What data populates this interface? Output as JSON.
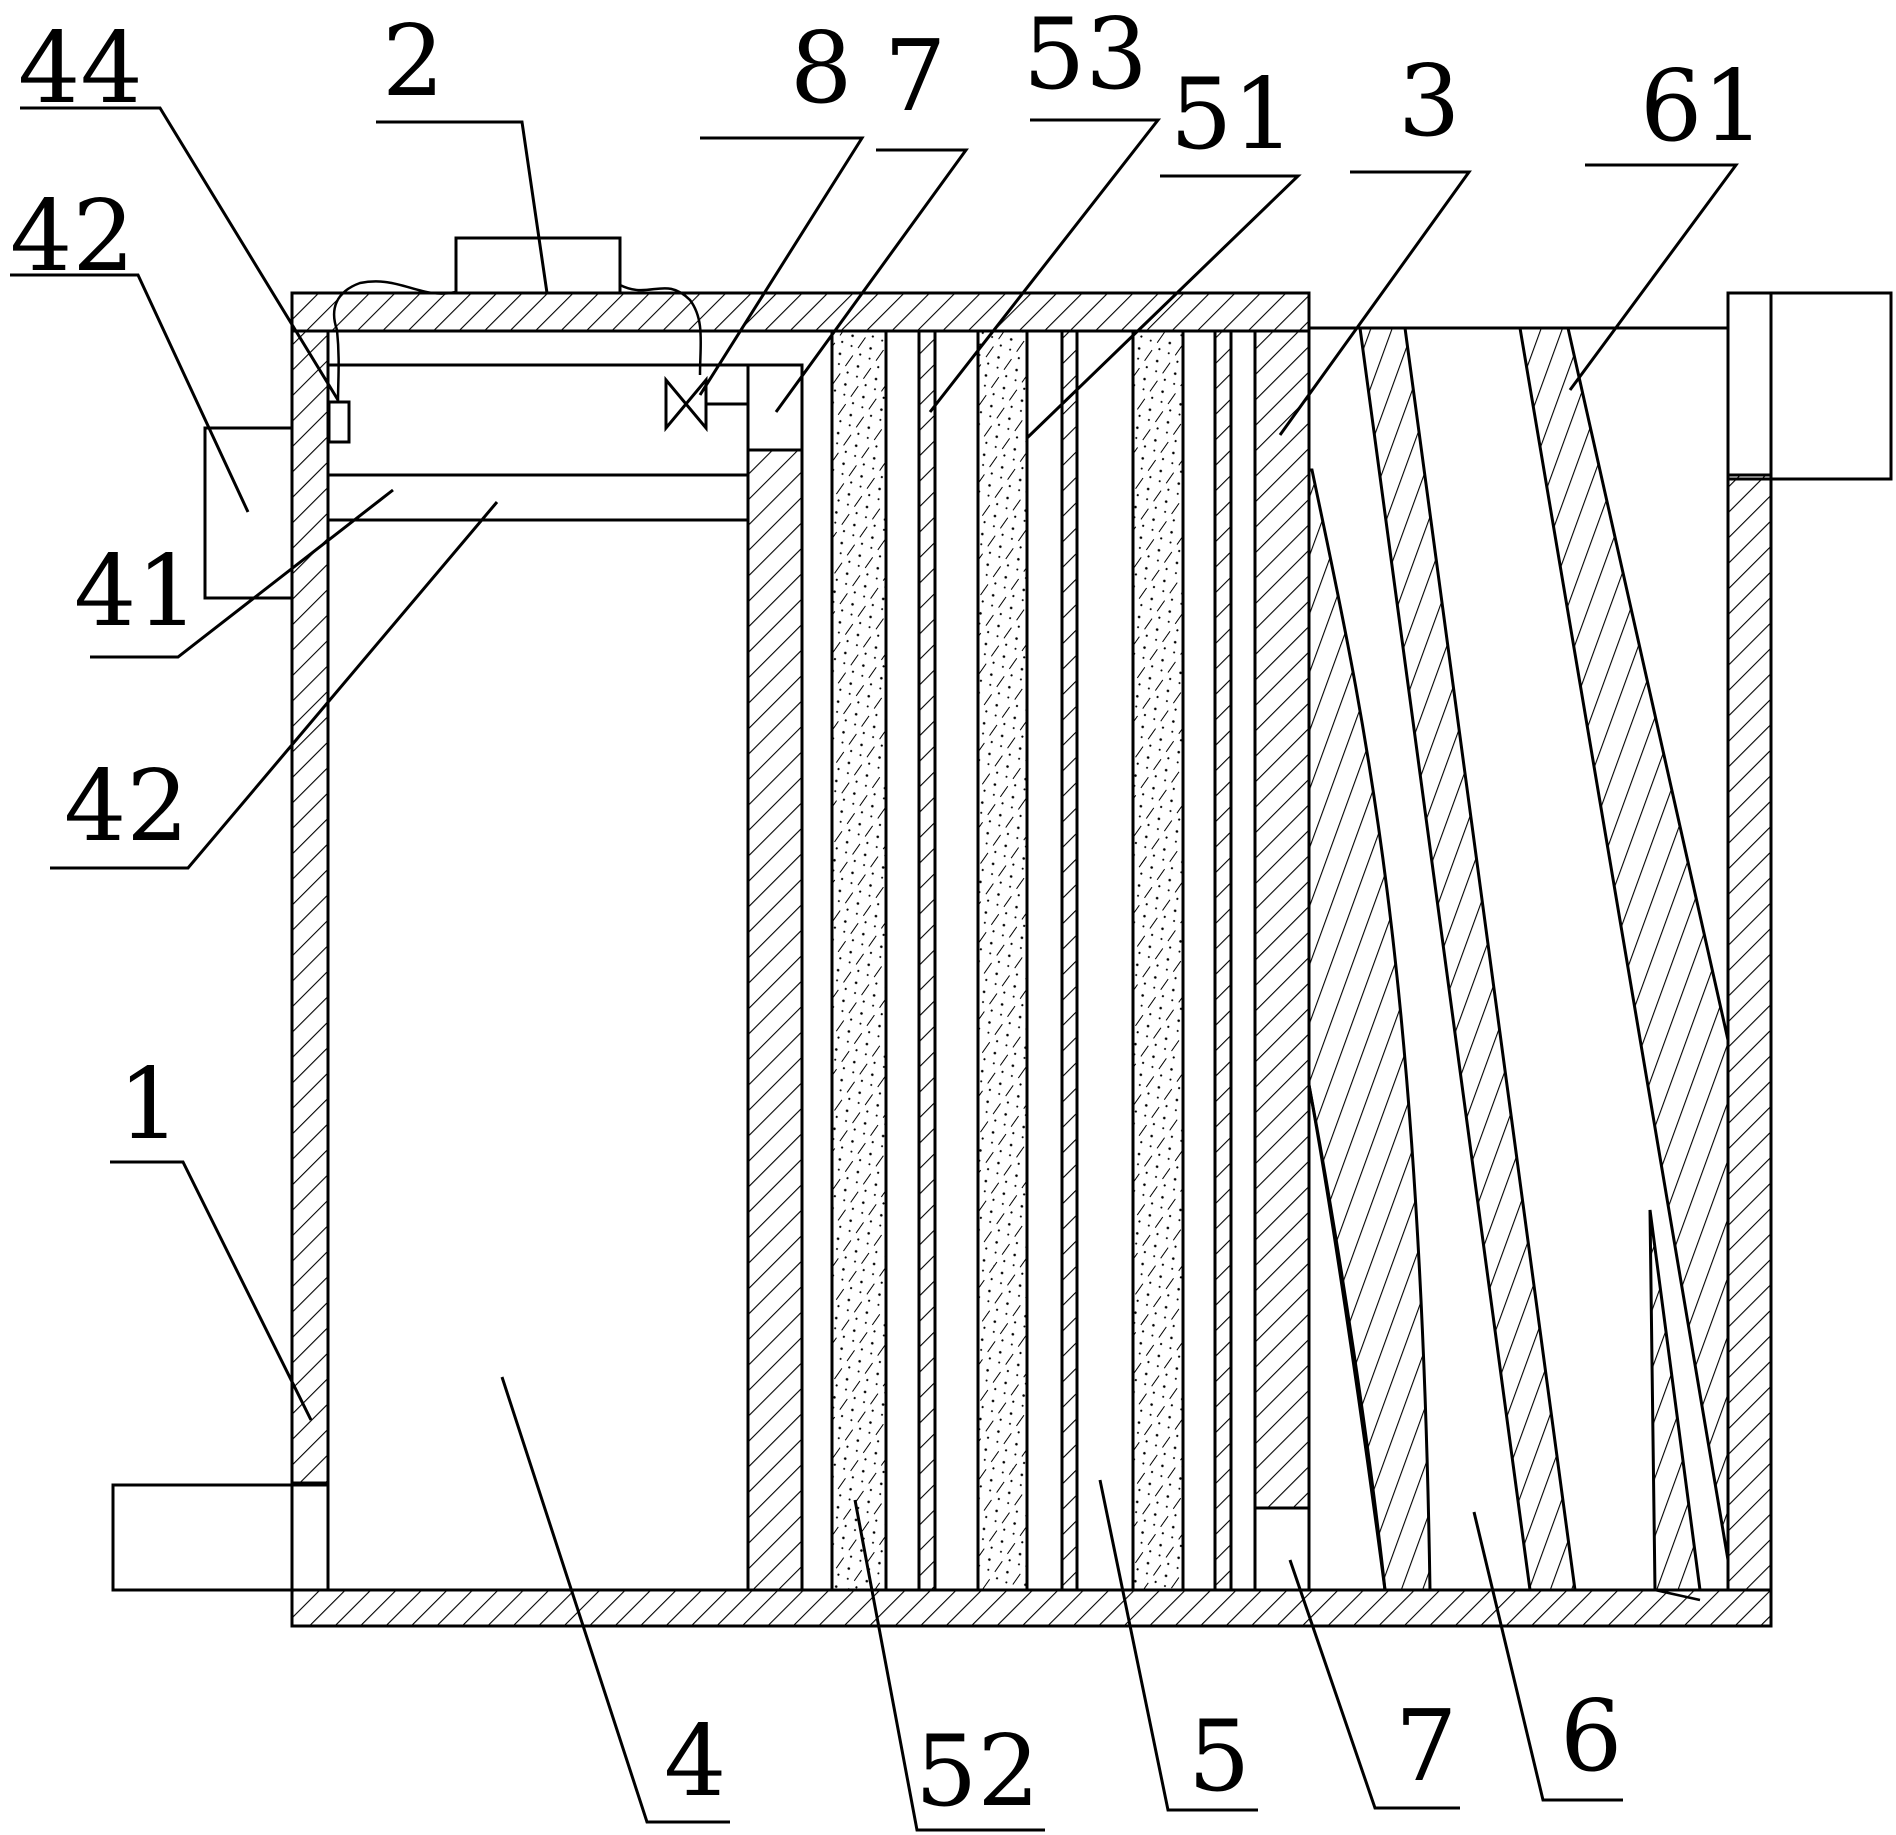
{
  "figure": {
    "labels": {
      "l44": "44",
      "l2": "2",
      "l8": "8",
      "l7_top": "7",
      "l53": "53",
      "l51": "51",
      "l3": "3",
      "l61": "61",
      "l42_top": "42",
      "l41": "41",
      "l42_mid": "42",
      "l1": "1",
      "l4": "4",
      "l52": "52",
      "l5": "5",
      "l7_bottom": "7",
      "l6": "6"
    }
  }
}
